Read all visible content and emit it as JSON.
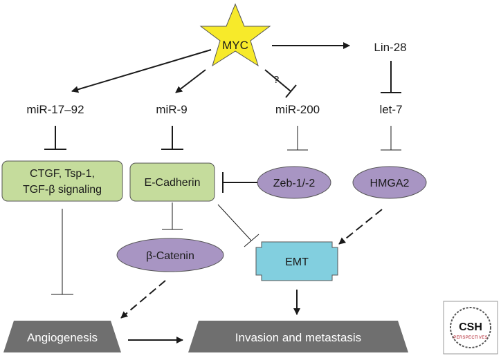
{
  "nodes": {
    "myc": "MYC",
    "lin28": "Lin-28",
    "mir17": "miR-17–92",
    "mir9": "miR-9",
    "mir200": "miR-200",
    "let7": "let-7",
    "ctgf_line1": "CTGF, Tsp-1,",
    "ctgf_line2": "TGF-β signaling",
    "ecadherin": "E-Cadherin",
    "zeb": "Zeb-1/-2",
    "hmga2": "HMGA2",
    "bcatenin": "β-Catenin",
    "emt": "EMT",
    "angiogenesis": "Angiogenesis",
    "invasion": "Invasion and metastasis"
  },
  "annotations": {
    "uncertain": "?"
  },
  "logo": {
    "main": "CSH",
    "sub": "PERSPECTIVES"
  },
  "colors": {
    "star": "#f7ea2a",
    "green_box": "#c5dc9c",
    "purple_ellipse": "#a895c3",
    "emt_box": "#82cfdf",
    "bottom_box": "#6f6f6f"
  }
}
